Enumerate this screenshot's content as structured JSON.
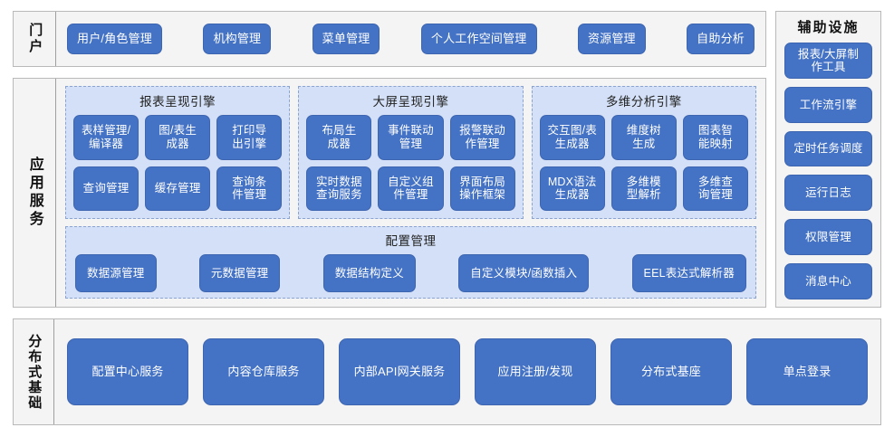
{
  "colors": {
    "node_fill": "#4472C4",
    "node_text": "#FFFFFF",
    "group_fill": "#D3E0F7",
    "group_border": "#8BA4CF",
    "band_fill": "#F4F4F4",
    "band_border": "#B9B9B9",
    "page_bg": "#FFFFFF"
  },
  "portal": {
    "label": "门户",
    "items": [
      {
        "label": "用户/角色管理"
      },
      {
        "label": "机构管理"
      },
      {
        "label": "菜单管理"
      },
      {
        "label": "个人工作空间管理"
      },
      {
        "label": "资源管理"
      },
      {
        "label": "自助分析"
      }
    ]
  },
  "app_service": {
    "label": "应用服务",
    "engines": [
      {
        "title": "报表呈现引擎",
        "items": [
          {
            "label": "表样管理/\n编译器"
          },
          {
            "label": "图/表生\n成器"
          },
          {
            "label": "打印导\n出引擎"
          },
          {
            "label": "查询管理"
          },
          {
            "label": "缓存管理"
          },
          {
            "label": "查询条\n件管理"
          }
        ]
      },
      {
        "title": "大屏呈现引擎",
        "items": [
          {
            "label": "布局生\n成器"
          },
          {
            "label": "事件联动\n管理"
          },
          {
            "label": "报警联动\n作管理"
          },
          {
            "label": "实时数据\n查询服务"
          },
          {
            "label": "自定义组\n件管理"
          },
          {
            "label": "界面布局\n操作框架"
          }
        ]
      },
      {
        "title": "多维分析引擎",
        "items": [
          {
            "label": "交互图/表\n生成器"
          },
          {
            "label": "维度树\n生成"
          },
          {
            "label": "图表智\n能映射"
          },
          {
            "label": "MDX语法\n生成器"
          },
          {
            "label": "多维模\n型解析"
          },
          {
            "label": "多维查\n询管理"
          }
        ]
      }
    ],
    "config": {
      "title": "配置管理",
      "items": [
        {
          "label": "数据源管理"
        },
        {
          "label": "元数据管理"
        },
        {
          "label": "数据结构定义"
        },
        {
          "label": "自定义模块/函数插入"
        },
        {
          "label": "EEL表达式解析器"
        }
      ]
    }
  },
  "distributed": {
    "label": "分布式基础",
    "items": [
      {
        "label": "配置中心服务"
      },
      {
        "label": "内容仓库服务"
      },
      {
        "label": "内部API网关服务"
      },
      {
        "label": "应用注册/发现"
      },
      {
        "label": "分布式基座"
      },
      {
        "label": "单点登录"
      }
    ]
  },
  "auxiliary": {
    "title": "辅助设施",
    "items": [
      {
        "label": "报表/大屏制\n作工具"
      },
      {
        "label": "工作流引擎"
      },
      {
        "label": "定时任务调度"
      },
      {
        "label": "运行日志"
      },
      {
        "label": "权限管理"
      },
      {
        "label": "消息中心"
      }
    ]
  }
}
